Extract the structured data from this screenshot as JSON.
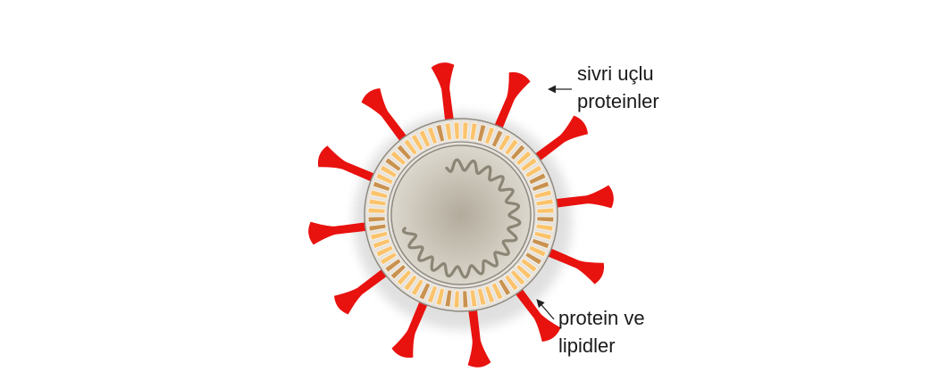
{
  "diagram": {
    "labels": {
      "spike": [
        "sivri uçlu",
        "proteinler"
      ],
      "membrane": [
        "protein ve",
        "lipidler"
      ]
    },
    "spike_count": 12,
    "segment_count": 64,
    "colors": {
      "background": "#ffffff",
      "spike": "#e8120f",
      "segment_light": "#fbc36b",
      "segment_dark": "#c99250",
      "segment_gap": "#f7f2ea",
      "outer_ring": "#e6e2dc",
      "core_center": "#b2ab9c",
      "core_edge": "#dcd7cd",
      "rna": "#8a8574",
      "arrow": "#222222"
    }
  }
}
